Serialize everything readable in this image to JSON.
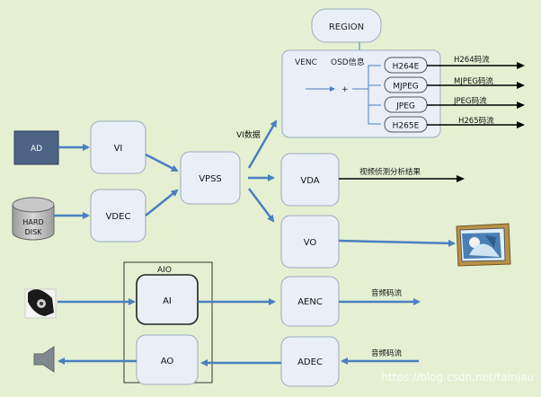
{
  "nodes": {
    "region": "REGION",
    "venc": "VENC",
    "osd": "OSD信息",
    "plus": "+",
    "h264e": "H264E",
    "mjpeg": "MJPEG",
    "jpeg": "JPEG",
    "h265e": "H265E",
    "ad": "AD",
    "vi": "VI",
    "vpss": "VPSS",
    "vda": "VDA",
    "vo": "VO",
    "hard_disk_line1": "HARD",
    "hard_disk_line2": "DISK",
    "vdec": "VDEC",
    "aio": "AIO",
    "ai": "AI",
    "ao": "AO",
    "aenc": "AENC",
    "adec": "ADEC"
  },
  "labels": {
    "h264_stream": "H264码流",
    "mjpeg_stream": "MJPEG码流",
    "jpeg_stream": "JPEG码流",
    "h265_stream": "H265码流",
    "vi_data": "VI数据",
    "vda_result": "视频侦测分析结果",
    "audio_stream_out": "音频码流",
    "audio_stream_in": "音频码流",
    "watermark": "https://blog.csdn.net/tainjau"
  },
  "colors": {
    "background": "#e5f0d3",
    "node_fill": "#eaeff7",
    "node_stroke": "#9aa8bf",
    "arrow_blue": "#4a7fc1",
    "arrow_black": "#000000",
    "ad_fill": "#4d6486"
  },
  "icons": [
    "camera-icon",
    "speaker-icon",
    "monitor-icon",
    "hard-disk-icon"
  ]
}
